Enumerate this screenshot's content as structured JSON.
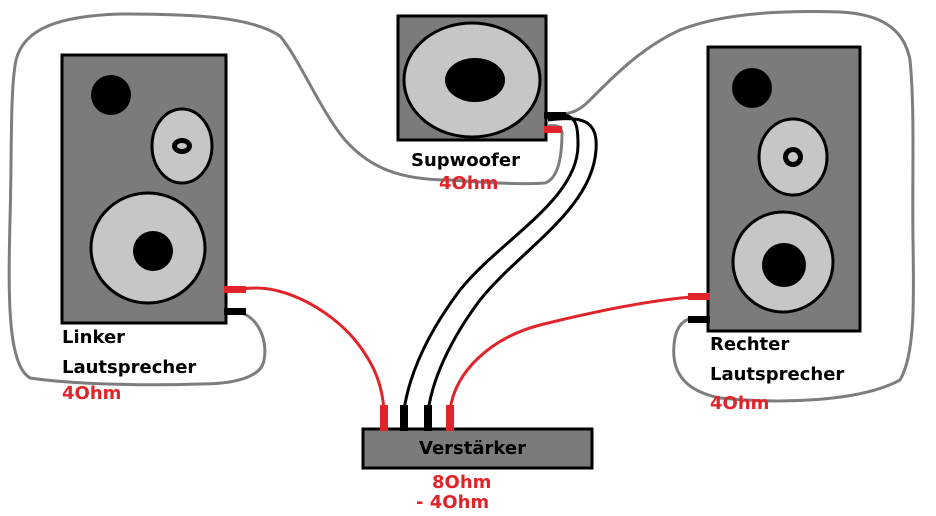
{
  "colors": {
    "cabinet": "#7b7b7b",
    "cone": "#c6c6c6",
    "magnet": "#000000",
    "wire_gray": "#7d7d7d",
    "wire_red": "#e1242a",
    "wire_black": "#000000",
    "amp_body": "#7b7b7b"
  },
  "left_speaker": {
    "title_line1": "Linker",
    "title_line2": "Lautsprecher",
    "impedance": "4Ohm"
  },
  "subwoofer": {
    "title": "Supwoofer",
    "impedance": "4Ohm"
  },
  "right_speaker": {
    "title_line1": "Rechter",
    "title_line2": "Lautsprecher",
    "impedance": "4Ohm"
  },
  "amplifier": {
    "title": "Verstärker",
    "impedance_line1": "8Ohm",
    "impedance_line2": "- 4Ohm"
  }
}
